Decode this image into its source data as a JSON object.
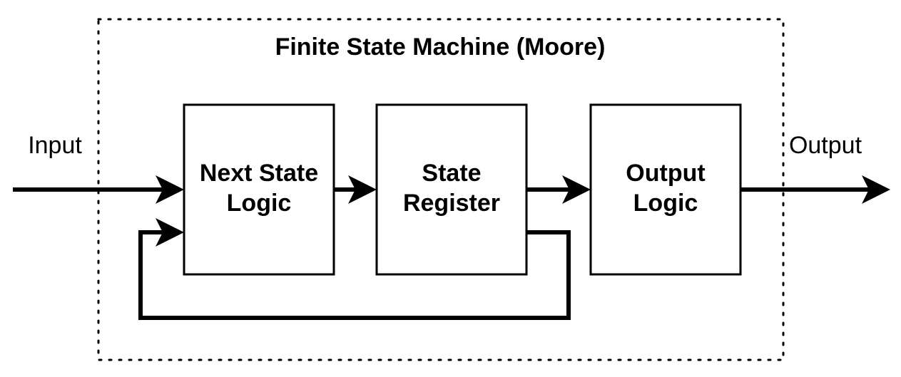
{
  "title": "Finite State Machine (Moore)",
  "input_label": "Input",
  "output_label": "Output",
  "blocks": [
    {
      "lines": [
        "Next State",
        "Logic"
      ]
    },
    {
      "lines": [
        "State",
        "Register"
      ]
    },
    {
      "lines": [
        "Output",
        "Logic"
      ]
    }
  ]
}
